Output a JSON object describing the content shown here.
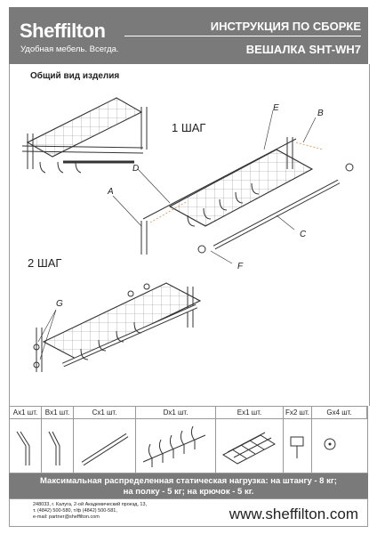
{
  "header": {
    "brand": "Sheffilton",
    "tagline": "Удобная мебель. Всегда.",
    "title": "ИНСТРУКЦИЯ ПО СБОРКЕ",
    "model": "ВЕШАЛКА SHT-WH7"
  },
  "drawing": {
    "general_view": "Общий вид изделия",
    "step1": "1 ШАГ",
    "step2": "2 ШАГ",
    "letters": {
      "a": "A",
      "b": "B",
      "c": "C",
      "d": "D",
      "e": "E",
      "f": "F",
      "g": "G"
    }
  },
  "parts": [
    {
      "label": "Ax1 шт.",
      "icon": "side-bracket-icon"
    },
    {
      "label": "Bx1 шт.",
      "icon": "side-bracket-icon"
    },
    {
      "label": "Cx1 шт.",
      "icon": "rod-icon"
    },
    {
      "label": "Dx1 шт.",
      "icon": "hook-bar-icon"
    },
    {
      "label": "Ex1 шт.",
      "icon": "grid-shelf-icon"
    },
    {
      "label": "Fx2 шт.",
      "icon": "connector-icon"
    },
    {
      "label": "Gx4 шт.",
      "icon": "screw-cap-icon"
    }
  ],
  "load": {
    "line1": "Максимальная распределенная статическая нагрузка: на штангу - 8 кг;",
    "line2": "на полку - 5 кг; на крючок - 5 кг."
  },
  "footer": {
    "address_1": "248033, г. Калуга, 2-ой Академический проезд, 13,",
    "address_2": "т. (4842) 500-580, т/ф (4842) 500-581,",
    "address_3": "e-mail: partner@sheffilton.com",
    "website": "www.sheffilton.com"
  },
  "colors": {
    "banner": "#7a7a7a",
    "line": "#333333",
    "accent": "#e8a46a"
  }
}
